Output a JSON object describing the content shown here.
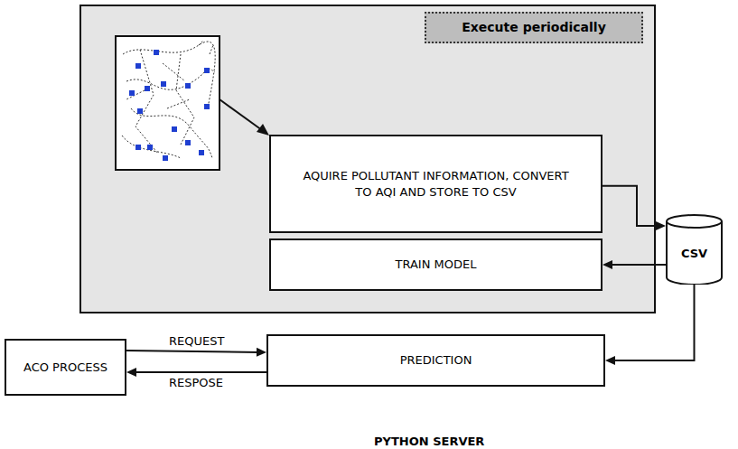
{
  "diagram": {
    "nodes": [
      {
        "text": [
          "Execute periodically"
        ]
      },
      {
        "text": [
          "AQUIRE POLLUTANT INFORMATION, CONVERT TO AQI AND STORE TO CSV"
        ]
      },
      {
        "text": [
          "TRAIN MODEL"
        ]
      },
      {
        "text": [
          "CSV"
        ]
      },
      {
        "text": [
          "ACO PROCESS"
        ]
      },
      {
        "text": [
          "PREDICTION"
        ]
      }
    ],
    "edges": [
      {
        "from": 1,
        "to": 3,
        "arrow": "to"
      },
      {
        "from": 3,
        "to": 2,
        "arrow": "to"
      },
      {
        "from": 3,
        "to": 5,
        "arrow": "to"
      },
      {
        "from": 4,
        "to": 5,
        "label": "REQUEST",
        "arrow": "to"
      },
      {
        "from": 5,
        "to": 4,
        "label": "RESPOSE",
        "arrow": "to"
      }
    ],
    "labels": [
      "PYTHON SERVER"
    ]
  }
}
